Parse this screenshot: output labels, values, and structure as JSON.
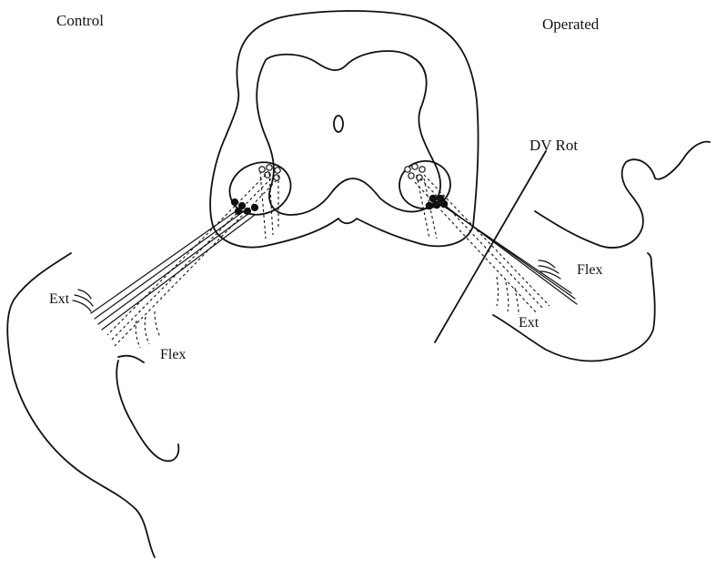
{
  "labels": {
    "control": "Control",
    "operated": "Operated",
    "dv_rot": "DV Rot",
    "ext_left": "Ext",
    "flex_left": "Flex",
    "flex_right": "Flex",
    "ext_right": "Ext"
  },
  "colors": {
    "ink": "#111111",
    "background": "#ffffff"
  }
}
